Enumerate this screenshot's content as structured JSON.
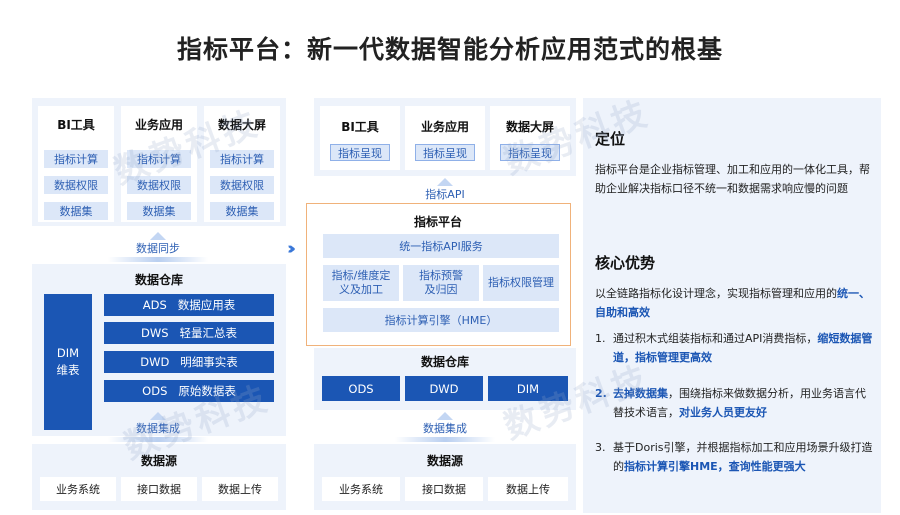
{
  "title": "指标平台：新一代数据智能分析应用范式的根基",
  "watermark": "数势科技",
  "left": {
    "tools": [
      {
        "name": "BI工具",
        "items": [
          "指标计算",
          "数据权限",
          "数据集"
        ]
      },
      {
        "name": "业务应用",
        "items": [
          "指标计算",
          "数据权限",
          "数据集"
        ]
      },
      {
        "name": "数据大屏",
        "items": [
          "指标计算",
          "数据权限",
          "数据集"
        ]
      }
    ],
    "sync_label": "数据同步",
    "warehouse_title": "数据仓库",
    "dim_label": "DIM\n维表",
    "layers": [
      "ADS   数据应用表",
      "DWS   轻量汇总表",
      "DWD   明细事实表",
      "ODS   原始数据表"
    ],
    "integrate_label": "数据集成",
    "source_title": "数据源",
    "sources": [
      "业务系统",
      "接口数据",
      "数据上传"
    ]
  },
  "middle": {
    "tools": [
      {
        "name": "BI工具",
        "item": "指标呈现"
      },
      {
        "name": "业务应用",
        "item": "指标呈现"
      },
      {
        "name": "数据大屏",
        "item": "指标呈现"
      }
    ],
    "api_label": "指标API",
    "platform_title": "指标平台",
    "api_service": "统一指标API服务",
    "features": [
      "指标/维度定义及加工",
      "指标预警及归因",
      "指标权限管理"
    ],
    "engine": "指标计算引擎（HME）",
    "warehouse_title": "数据仓库",
    "layers": [
      "ODS",
      "DWD",
      "DIM"
    ],
    "integrate_label": "数据集成",
    "source_title": "数据源",
    "sources": [
      "业务系统",
      "接口数据",
      "数据上传"
    ]
  },
  "right": {
    "position_title": "定位",
    "position_text": "指标平台是企业指标管理、加工和应用的一体化工具，帮助企业解决指标口径不统一和数据需求响应慢的问题",
    "advantage_title": "核心优势",
    "advantage_intro": "以全链路指标化设计理念，实现指标管理和应用的",
    "advantage_intro_hl": "统一、自助和高效",
    "items": [
      {
        "num": "1.",
        "text": "通过积木式组装指标和通过API消费指标，",
        "hl": "缩短数据管道，指标管理更高效"
      },
      {
        "num": "2.",
        "lead_hl": "去掉数据集",
        "text": "，围绕指标来做数据分析，用业务语言代替技术语言，",
        "hl": "对业务人员更友好"
      },
      {
        "num": "3.",
        "text": "基于Doris引擎，并根据指标加工和应用场景升级打造的",
        "hl": "指标计算引擎HME，查询性能更强大"
      }
    ]
  },
  "colors": {
    "accent": "#1b56b4",
    "panel": "#eef3fb",
    "chip": "#dce7f8",
    "border": "#f0b27a"
  }
}
